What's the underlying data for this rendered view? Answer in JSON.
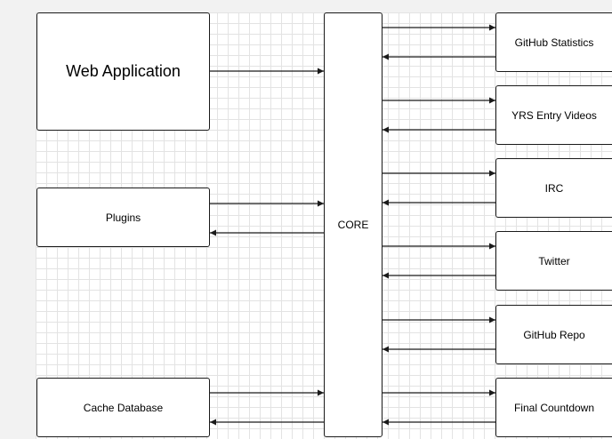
{
  "nodes": {
    "web_app": "Web Application",
    "plugins": "Plugins",
    "cache": "Cache Database",
    "core": "CORE",
    "services": [
      "GitHub Statistics",
      "YRS Entry Videos",
      "IRC",
      "Twitter",
      "GitHub Repo",
      "Final Countdown"
    ]
  },
  "colors": {
    "line": "#1a1a1a",
    "grid": "#e3e3e3",
    "background": "#f2f2f2"
  }
}
